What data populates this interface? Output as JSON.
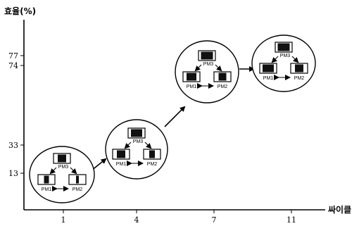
{
  "axes": {
    "y_label": "효율(%)",
    "x_label": "싸이클",
    "y_ticks": [
      "77",
      "74",
      "33",
      "13"
    ],
    "x_ticks": [
      "1",
      "4",
      "7",
      "11"
    ]
  },
  "chart_data": {
    "type": "scatter",
    "title": "",
    "xlabel": "싸이클",
    "ylabel": "효율(%)",
    "x": [
      1,
      4,
      7,
      11
    ],
    "y": [
      13,
      33,
      74,
      77
    ],
    "arrow_path": "connects each cycle state to the next"
  },
  "nodes": [
    {
      "cycle": "1",
      "efficiency": "13",
      "pm_top": "PM3",
      "pm_left": "PM1",
      "pm_right": "PM2",
      "pm3_fill": 0.6,
      "pm1_fill": 0.35,
      "pm2_fill": 0.2
    },
    {
      "cycle": "4",
      "efficiency": "33",
      "pm_top": "PM3",
      "pm_left": "PM1",
      "pm_right": "PM2",
      "pm3_fill": 0.8,
      "pm1_fill": 0.6,
      "pm2_fill": 0.4
    },
    {
      "cycle": "7",
      "efficiency": "74",
      "pm_top": "PM3",
      "pm_left": "PM1",
      "pm_right": "PM2",
      "pm3_fill": 0.85,
      "pm1_fill": 0.7,
      "pm2_fill": 0.55
    },
    {
      "cycle": "11",
      "efficiency": "77",
      "pm_top": "PM3",
      "pm_left": "PM1",
      "pm_right": "PM2",
      "pm3_fill": 0.85,
      "pm1_fill": 0.8,
      "pm2_fill": 0.6
    }
  ]
}
